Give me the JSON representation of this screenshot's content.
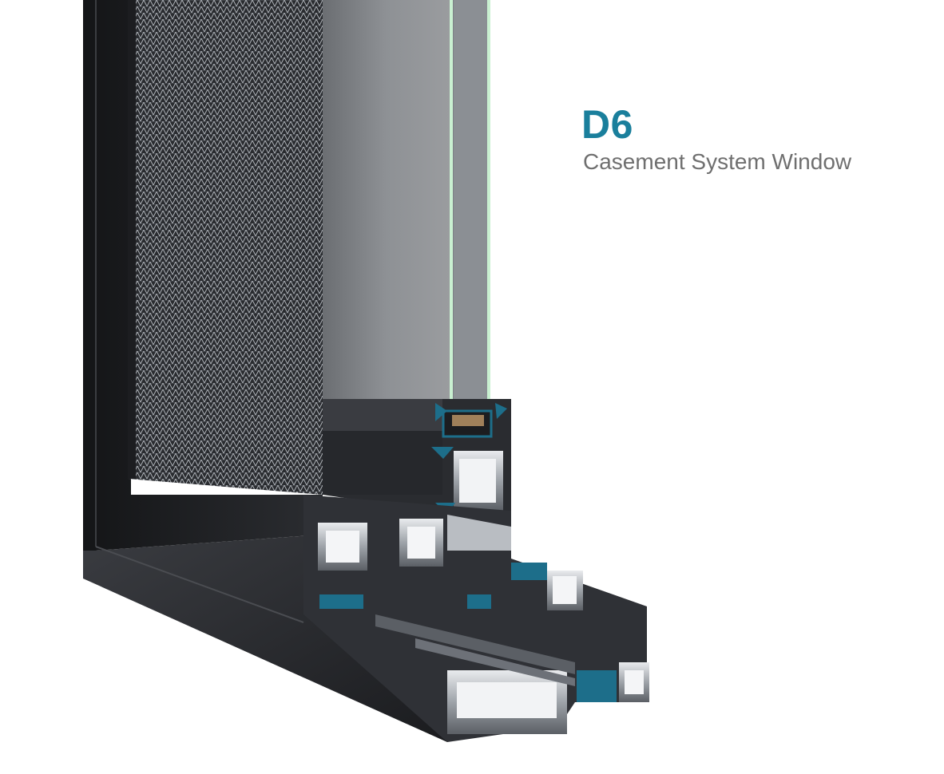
{
  "product": {
    "model": "D6",
    "subtitle": "Casement System Window"
  },
  "colors": {
    "accent": "#1a7f9c",
    "subtitle_text": "#6f6f6f",
    "frame_dark": "#1c1d20",
    "insulation_blue": "#1d6e8a",
    "glass_edge": "#bfe7c9",
    "background": "#ffffff"
  },
  "image": {
    "subject": "window-profile-cross-section"
  }
}
